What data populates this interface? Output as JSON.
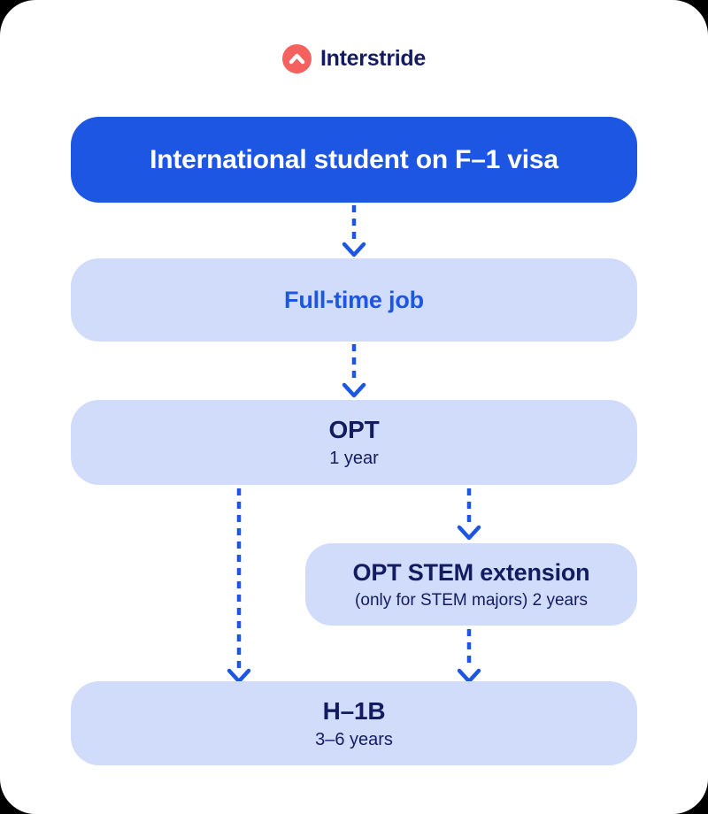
{
  "brand": {
    "name": "Interstride",
    "logo_icon": "chevron-up-in-circle"
  },
  "colors": {
    "background": "#000000",
    "card": "#ffffff",
    "primary_blue": "#1c56e2",
    "light_blue": "#d0dcfa",
    "navy": "#151b60",
    "coral": "#f4615f",
    "white": "#ffffff"
  },
  "flowchart": {
    "nodes": [
      {
        "id": "f1-visa",
        "label": "International student on F–1 visa"
      },
      {
        "id": "full-time-job",
        "label": "Full-time job"
      },
      {
        "id": "opt",
        "label": "OPT",
        "sublabel": "1 year"
      },
      {
        "id": "opt-stem-extension",
        "label": "OPT STEM extension",
        "sublabel": "(only for STEM majors) 2 years"
      },
      {
        "id": "h1b",
        "label": "H–1B",
        "sublabel": "3–6 years"
      }
    ],
    "edges": [
      {
        "from": "f1-visa",
        "to": "full-time-job"
      },
      {
        "from": "full-time-job",
        "to": "opt"
      },
      {
        "from": "opt",
        "to": "h1b"
      },
      {
        "from": "opt",
        "to": "opt-stem-extension"
      },
      {
        "from": "opt-stem-extension",
        "to": "h1b"
      }
    ]
  }
}
